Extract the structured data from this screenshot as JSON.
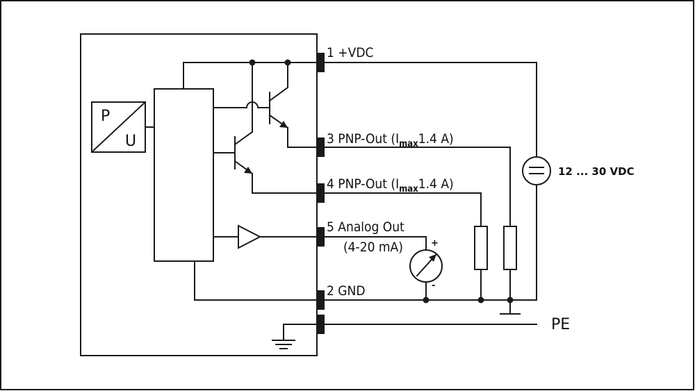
{
  "terminals": {
    "t1": "1  +VDC",
    "t3_prefix": "3  PNP-Out (I",
    "t3_sub": "max",
    "t3_suffix": "1.4  A)",
    "t4_prefix": "4  PNP-Out (I",
    "t4_sub": "max",
    "t4_suffix": "1.4  A)",
    "t5": "5  Analog  Out",
    "t5_range": "(4-20  mA)",
    "t2": "2  GND",
    "pe": "PE"
  },
  "source": {
    "label": "12  ...  30 VDC",
    "symbol": "="
  },
  "transducer": {
    "p": "P",
    "u": "U"
  },
  "meter": {
    "plus": "+",
    "minus": "-"
  }
}
